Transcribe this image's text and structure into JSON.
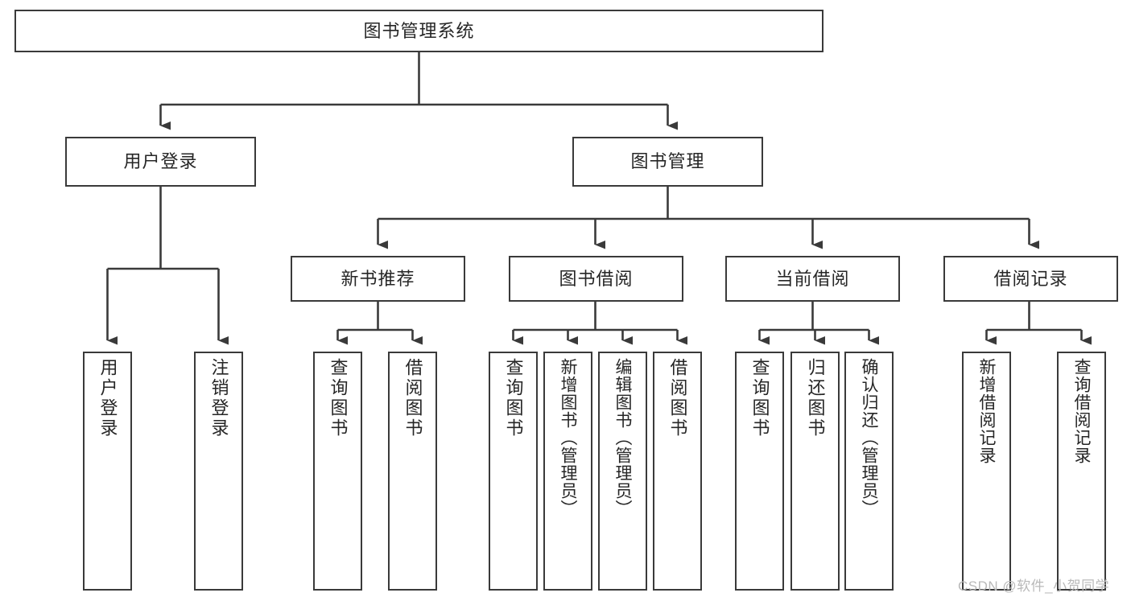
{
  "diagram": {
    "type": "hierarchy-tree",
    "title": "图书管理系统",
    "nodes": {
      "root": {
        "label": "图书管理系统"
      },
      "level2": [
        {
          "id": "user-login",
          "label": "用户登录"
        },
        {
          "id": "book-manage",
          "label": "图书管理"
        }
      ],
      "level3": [
        {
          "id": "new-book-rec",
          "label": "新书推荐"
        },
        {
          "id": "book-borrow",
          "label": "图书借阅"
        },
        {
          "id": "current-borrow",
          "label": "当前借阅"
        },
        {
          "id": "borrow-record",
          "label": "借阅记录"
        }
      ],
      "leaves": [
        {
          "id": "leaf-user-login",
          "label": "用户登录",
          "parent": "user-login"
        },
        {
          "id": "leaf-logout",
          "label": "注销登录",
          "parent": "user-login"
        },
        {
          "id": "leaf-query-book-1",
          "label": "查询图书",
          "parent": "new-book-rec"
        },
        {
          "id": "leaf-borrow-book-1",
          "label": "借阅图书",
          "parent": "new-book-rec"
        },
        {
          "id": "leaf-query-book-2",
          "label": "查询图书",
          "parent": "book-borrow"
        },
        {
          "id": "leaf-add-book",
          "label": "新增图书（管理员）",
          "parent": "book-borrow"
        },
        {
          "id": "leaf-edit-book",
          "label": "编辑图书（管理员）",
          "parent": "book-borrow"
        },
        {
          "id": "leaf-borrow-book-2",
          "label": "借阅图书",
          "parent": "book-borrow"
        },
        {
          "id": "leaf-query-book-3",
          "label": "查询图书",
          "parent": "current-borrow"
        },
        {
          "id": "leaf-return-book",
          "label": "归还图书",
          "parent": "current-borrow"
        },
        {
          "id": "leaf-confirm-return",
          "label": "确认归还（管理员）",
          "parent": "current-borrow"
        },
        {
          "id": "leaf-add-record",
          "label": "新增借阅记录",
          "parent": "borrow-record"
        },
        {
          "id": "leaf-query-record",
          "label": "查询借阅记录",
          "parent": "borrow-record"
        }
      ]
    },
    "colors": {
      "box_border": "#3a3a3a",
      "box_fill": "#ffffff",
      "connector": "#3a3a3a",
      "text": "#262626",
      "watermark": "#b9b9b9"
    }
  },
  "watermark": {
    "text": "CSDN @软件_小贺同学"
  }
}
